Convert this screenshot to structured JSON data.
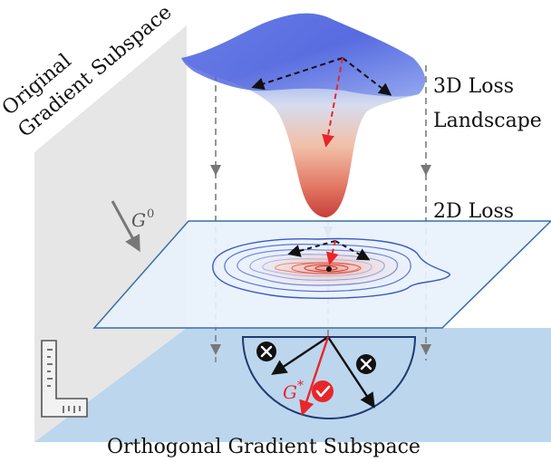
{
  "labels": {
    "original_subspace_line1": "Original",
    "original_subspace_line2": "Gradient Subspace",
    "loss3d_line1": "3D Loss",
    "loss3d_line2": "Landscape",
    "loss2d": "2D Loss",
    "orthogonal_subspace": "Orthogonal Gradient Subspace",
    "g0_base": "G",
    "g0_sup": "0",
    "gstar_base": "G",
    "gstar_sup": "*"
  },
  "colors": {
    "plane_gray": "#e8e8e8",
    "plane_blue_bottom": "#bcd6ee",
    "plane_2d_fill": "#e8f1fb",
    "plane_2d_stroke": "#3a6ea5",
    "semicircle_stroke": "#1f3a73",
    "accent_red": "#e8262a",
    "black": "#111111",
    "guide_gray": "#8a8a8a",
    "surface_blue": "#5b7fe0",
    "surface_red": "#d5524a"
  },
  "icons": {
    "reject_left": "x-circle-icon",
    "reject_right": "x-circle-icon",
    "accept": "check-circle-icon",
    "ruler": "ruler-corner-icon"
  }
}
